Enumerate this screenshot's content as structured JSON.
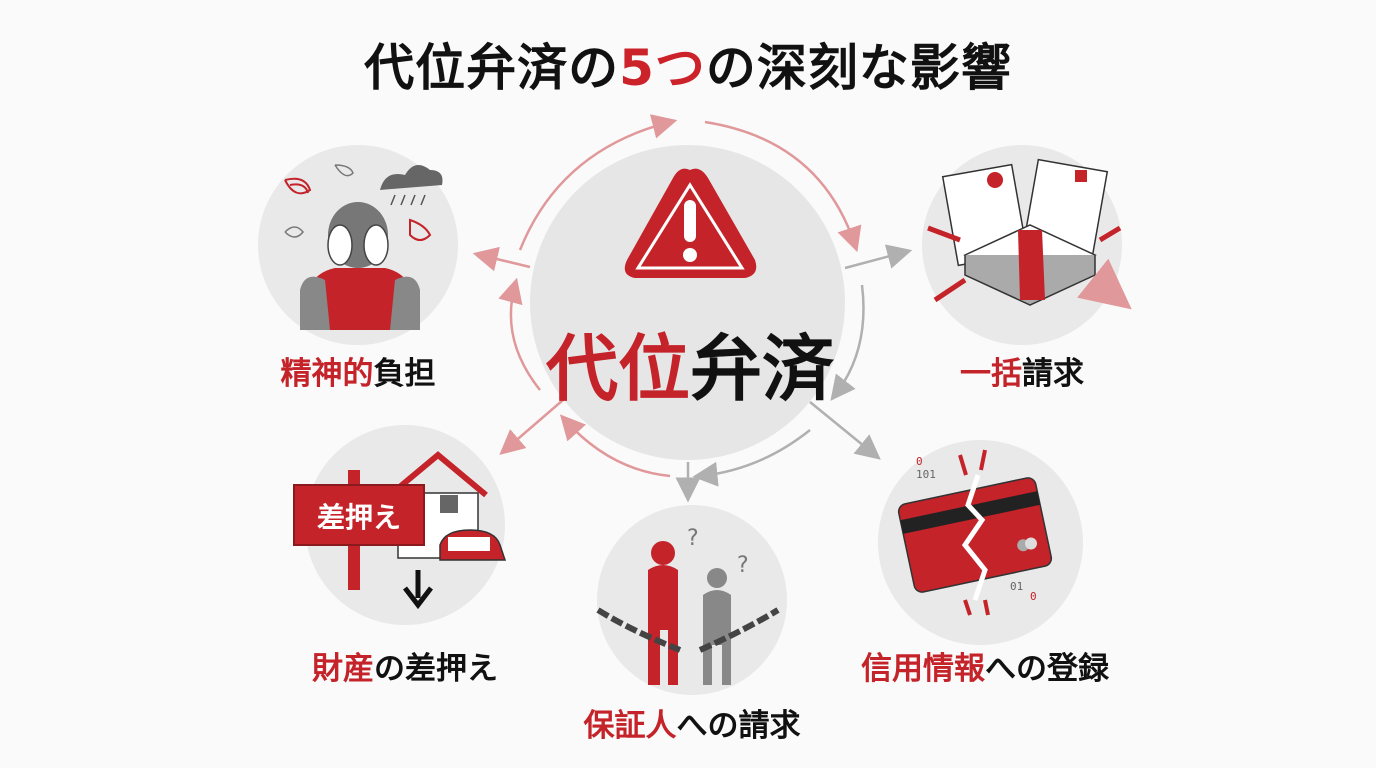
{
  "title": {
    "prefix": "代位弁済の",
    "accent": "5つ",
    "suffix": "の深刻な影響"
  },
  "center": {
    "icon": "warning-triangle-icon",
    "label_red": "代位",
    "label_black": "弁済"
  },
  "impacts": [
    {
      "id": "mental",
      "label_red": "精神的",
      "label_black": "負担",
      "icon": "distressed-person-icon"
    },
    {
      "id": "lump-sum",
      "label_red": "一括",
      "label_black": "請求",
      "icon": "money-stack-documents-icon"
    },
    {
      "id": "seizure",
      "label_red": "財産",
      "label_black": "の差押え",
      "icon": "seizure-sign-house-car-icon",
      "sign_text": "差押え"
    },
    {
      "id": "guarantor",
      "label_red": "保証人",
      "label_black": "への請求",
      "icon": "chained-guarantors-icon"
    },
    {
      "id": "credit",
      "label_red": "信用情報",
      "label_black": "への登録",
      "icon": "broken-credit-card-icon"
    }
  ],
  "colors": {
    "accent_red": "#c4232a",
    "text_black": "#111111",
    "circle_gray": "#e9e9e9",
    "arrow_pink": "#e0989a",
    "arrow_gray": "#b0b0b0"
  }
}
